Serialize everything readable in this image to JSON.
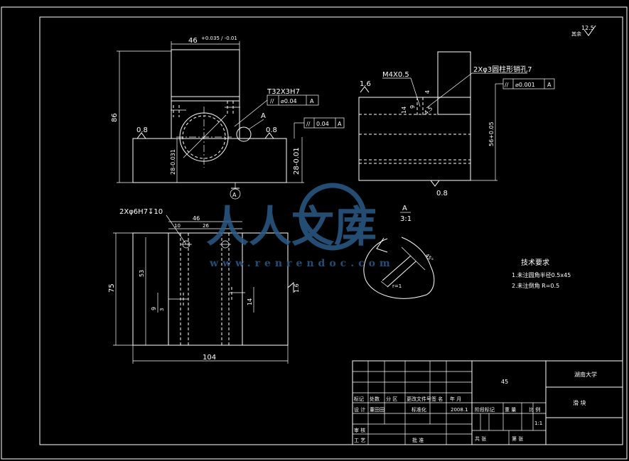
{
  "drawing": {
    "front_view": {
      "dim_top": "46",
      "dim_top_tol": "+0.035 / -0.01",
      "dim_height": "86",
      "dim_left_base": "28-0.031",
      "dim_right_base": "28-0.01",
      "thread_label": "T32X3H7",
      "roughness_left": "0.8",
      "roughness_right": "0.8",
      "tol_frame_1_val": "0.04",
      "tol_frame_1_ref": "A",
      "tol_frame_2_val": "0.04",
      "tol_frame_2_ref": "A",
      "datum_label": "A",
      "datum_bottom": "A"
    },
    "side_view": {
      "thread_label": "M4X0.5",
      "pin_label": "2Xφ3圆柱形销孔7",
      "roughness_left": "1.6",
      "roughness_bottom": "0.8",
      "dim_side": "56+0.05",
      "tol_frame_val": "0.001",
      "tol_frame_ref": "A",
      "dim_small_1": "14",
      "dim_small_2": "9",
      "dim_small_3": "4",
      "dim_small_4": "4.5"
    },
    "top_view": {
      "hole_label": "2Xφ6H7↧10",
      "dim_46": "46",
      "dim_10": "10",
      "dim_26": "26",
      "dim_75": "75",
      "dim_53": "53",
      "dim_9": "9",
      "dim_3": "3",
      "dim_14": "14",
      "dim_104": "104",
      "roughness": "1.6"
    },
    "detail_view": {
      "label": "A",
      "scale": "3:1",
      "angle": "45°",
      "radius": "r=1"
    },
    "surface_finish": {
      "value": "12.5",
      "prefix": "其余"
    },
    "tech_requirements": {
      "title": "技术要求",
      "line1": "1.未注圆角半径0.5x45",
      "line2": "2.未注倒角 R=0.5"
    },
    "watermark": {
      "text": "人人文库",
      "url": "www.renrendoc.com"
    },
    "title_block": {
      "material": "45",
      "school": "湖南大学",
      "part_name": "滑  块",
      "scale": "1:1",
      "date": "2008.1",
      "designer": "董田田",
      "row_labels": [
        "标记",
        "处数",
        "分 区",
        "更改文件号",
        "签 名",
        "年 月"
      ],
      "design_label": "设 计",
      "standard_label": "标准化",
      "review_label": "审 核",
      "process_label": "工 艺",
      "approve_label": "批 准",
      "stage_label": "阶段标记",
      "weight_label": "重 量",
      "scale_label": "比 例",
      "sheets_label": "共    张",
      "sheet_label": "第    张"
    }
  }
}
